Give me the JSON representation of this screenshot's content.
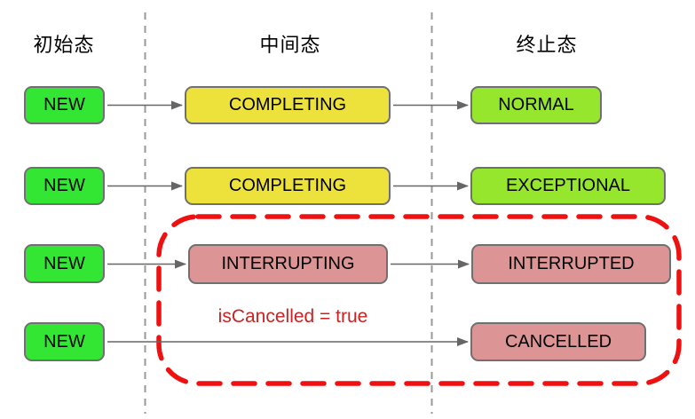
{
  "diagram": {
    "title_implicit": "FutureTask state transitions",
    "columns": [
      {
        "label": "初始态"
      },
      {
        "label": "中间态"
      },
      {
        "label": "终止态"
      }
    ],
    "rows": [
      {
        "cells": [
          {
            "label": "NEW"
          },
          {
            "label": "COMPLETING"
          },
          {
            "label": "NORMAL"
          }
        ]
      },
      {
        "cells": [
          {
            "label": "NEW"
          },
          {
            "label": "COMPLETING"
          },
          {
            "label": "EXCEPTIONAL"
          }
        ]
      },
      {
        "cells": [
          {
            "label": "NEW"
          },
          {
            "label": "INTERRUPTING"
          },
          {
            "label": "INTERRUPTED"
          }
        ]
      },
      {
        "cells": [
          {
            "label": "NEW"
          },
          {
            "label": "CANCELLED"
          }
        ]
      }
    ],
    "annotation": {
      "label": "isCancelled = true"
    },
    "colors": {
      "initial_state_fill": "#33e633",
      "intermediate_state_fill": "#ede23b",
      "final_success_fill": "#96e62e",
      "cancelled_fill": "#dd9494",
      "box_border": "#707070",
      "column_divider": "#999999",
      "cancel_region_outline": "#ee1111",
      "annotation_text": "#cc2222",
      "arrow": "#666666",
      "text": "#000000"
    }
  }
}
